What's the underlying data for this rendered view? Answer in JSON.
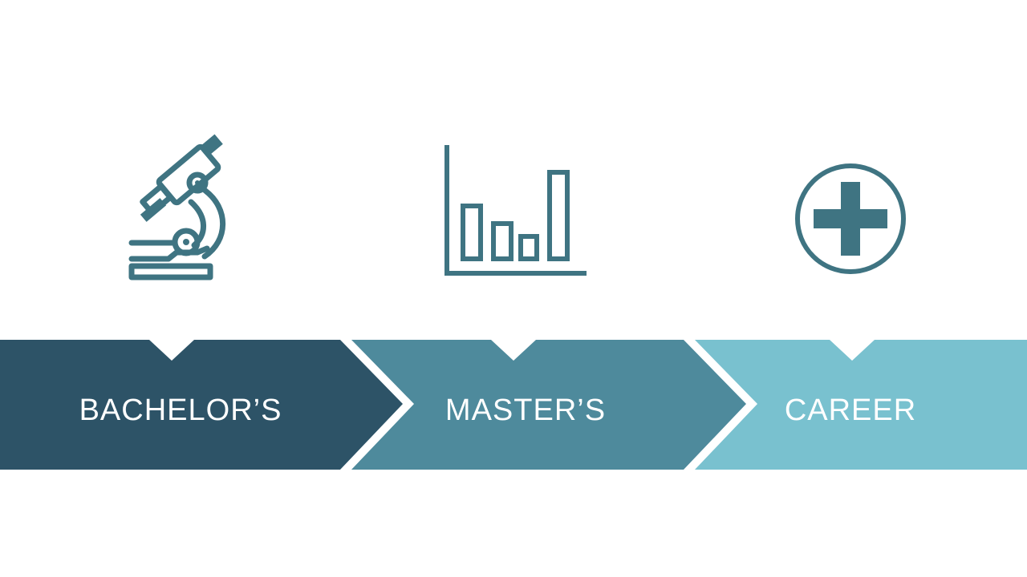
{
  "stages": [
    {
      "label": "BACHELOR’S",
      "icon": "microscope-icon",
      "color": "#2d5367"
    },
    {
      "label": "MASTER’S",
      "icon": "bar-chart-icon",
      "color": "#4e8a9c"
    },
    {
      "label": "CAREER",
      "icon": "medical-cross-icon",
      "color": "#79c1cf"
    }
  ],
  "colors": {
    "icon": "#3f7482",
    "background": "#ffffff"
  }
}
